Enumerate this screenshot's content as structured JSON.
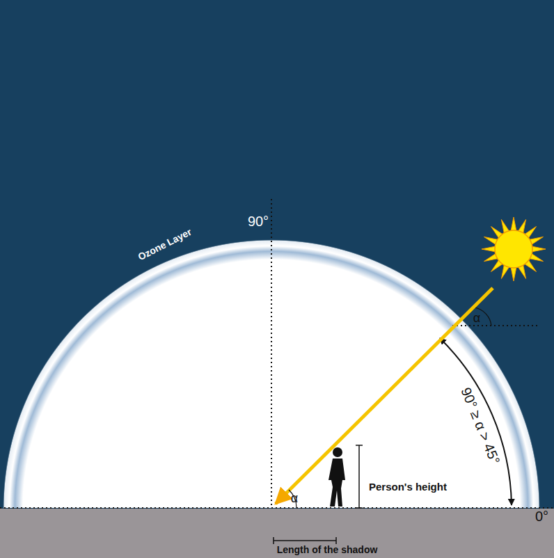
{
  "diagram": {
    "labels": [
      "90°",
      "Ozone Layer",
      "α",
      "90° ≥ α > 45°",
      "α",
      "Person's height",
      "0°",
      "Length of the shadow"
    ]
  }
}
